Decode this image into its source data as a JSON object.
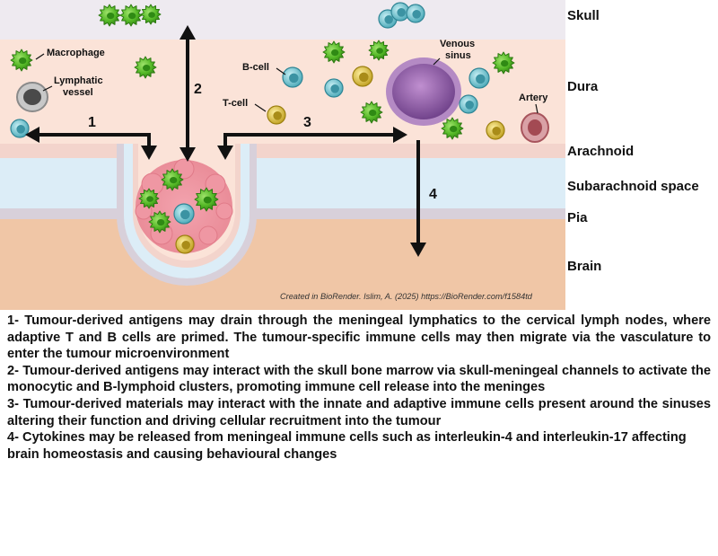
{
  "layers": {
    "skull": "Skull",
    "dura": "Dura",
    "arachnoid": "Arachnoid",
    "subarachnoid": "Subarachnoid space",
    "pia": "Pia",
    "brain": "Brain"
  },
  "cell_labels": {
    "macrophage": "Macrophage",
    "lymphatic_line1": "Lymphatic",
    "lymphatic_line2": "vessel",
    "bcell": "B-cell",
    "tcell": "T-cell",
    "venous_line1": "Venous",
    "venous_line2": "sinus",
    "artery": "Artery"
  },
  "arrow_numbers": {
    "one": "1",
    "two": "2",
    "three": "3",
    "four": "4"
  },
  "credit": "Created in BioRender.  Islim, A. (2025) https://BioRender.com/f1584td",
  "legend": [
    "1- Tumour-derived antigens may drain through the meningeal lymphatics to the cervical lymph nodes, where adaptive T and B cells are primed. The tumour-specific immune cells may then migrate via the vasculature to enter the tumour microenvironment",
    "2- Tumour-derived antigens may interact with the skull bone marrow via skull-meningeal channels to activate the monocytic and B-lymphoid clusters, promoting immune cell release into the meninges",
    "3- Tumour-derived materials may interact with the innate and adaptive immune cells present around the sinuses altering their function and driving cellular recruitment into the tumour",
    "4- Cytokines may be released from meningeal immune cells such as interleukin-4 and interleukin-17 affecting brain homeostasis and causing behavioural changes"
  ],
  "colors": {
    "skull": "#eeeaf0",
    "dura": "#fbe3d8",
    "arachnoid": "#f4d6ce",
    "subarachnoid": "#deeef8",
    "pia": "#dcd4dc",
    "brain": "#f2c8a8",
    "macrophage": "#5bbf2a",
    "bcell": "#6cc4cf",
    "tcell": "#d8c13a",
    "sinus": "#9560a8",
    "artery": "#b5545a"
  },
  "icons": [
    "macrophage-icon",
    "b-cell-icon",
    "t-cell-icon",
    "venous-sinus-icon",
    "artery-icon",
    "lymphatic-vessel-icon",
    "tumour-icon",
    "arrow-icon"
  ]
}
